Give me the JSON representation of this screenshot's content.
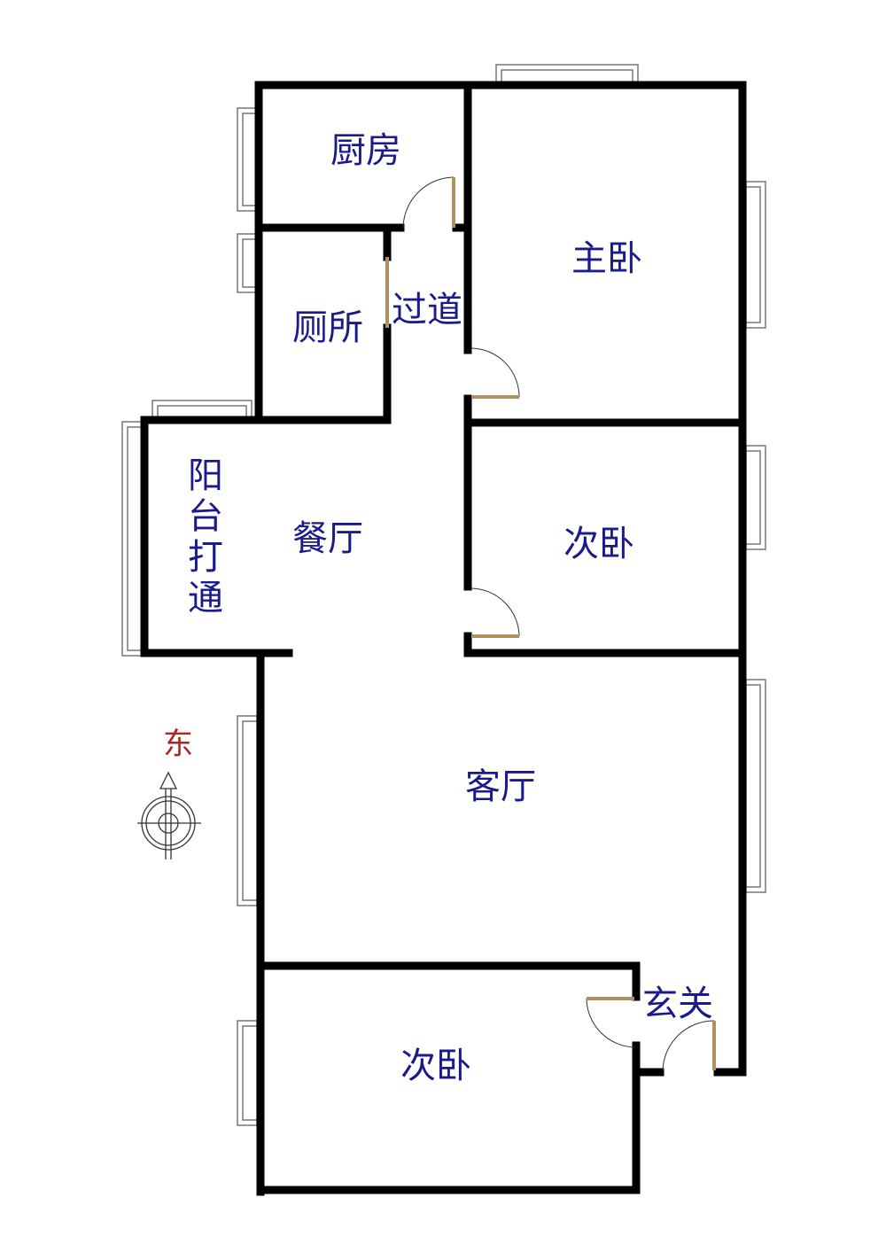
{
  "rooms": {
    "kitchen": "厨房",
    "master_bedroom": "主卧",
    "toilet": "厕所",
    "corridor": "过道",
    "balcony": "阳台打通",
    "dining_room": "餐厅",
    "second_bedroom_1": "次卧",
    "living_room": "客厅",
    "entrance": "玄关",
    "second_bedroom_2": "次卧"
  },
  "compass": {
    "direction_label": "东"
  },
  "colors": {
    "wall": "#000000",
    "label": "#1a1a8c",
    "door": "#b09060",
    "direction": "#b22222"
  }
}
